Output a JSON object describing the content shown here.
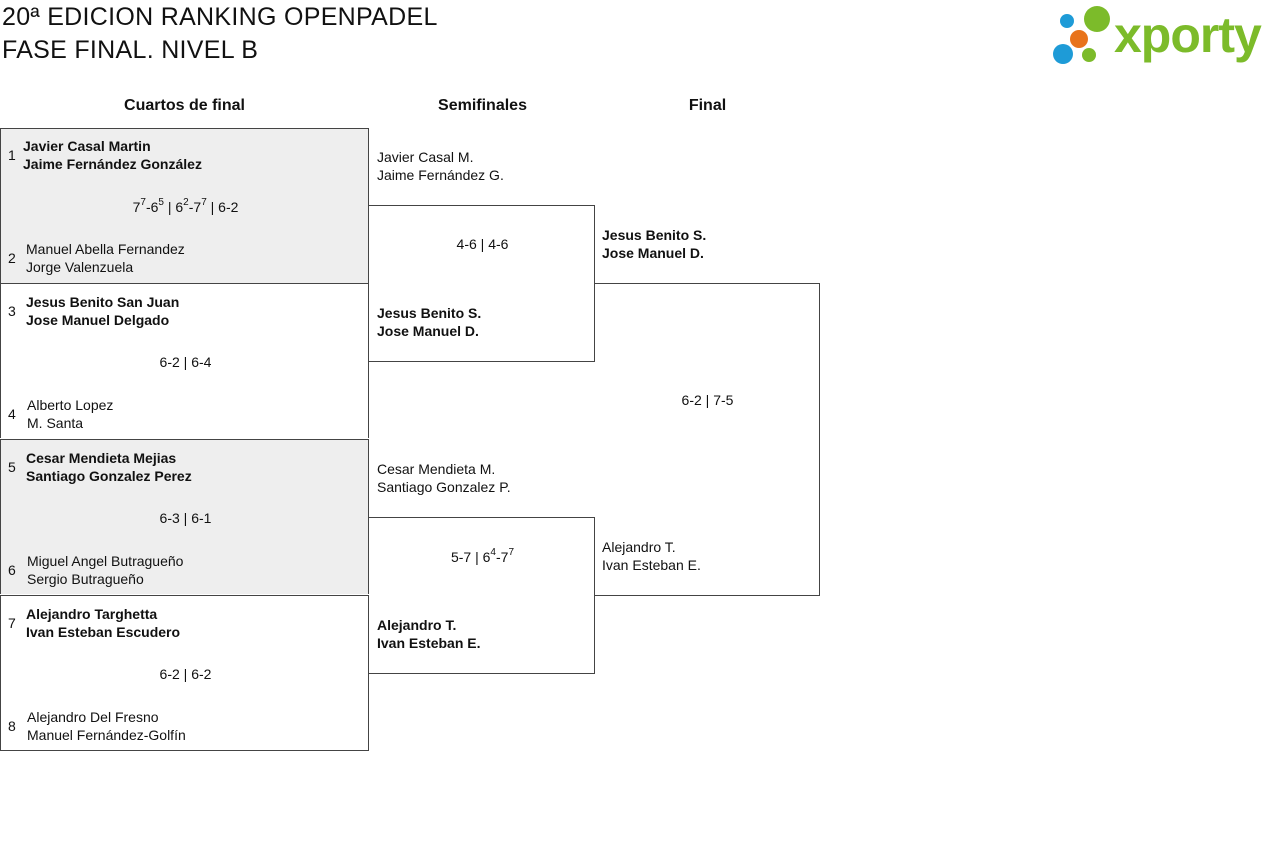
{
  "header": {
    "title_line1": "20ª EDICION RANKING OPENPADEL",
    "title_line2": "FASE FINAL. NIVEL B"
  },
  "logo": {
    "text": "xporty",
    "colors": {
      "green": "#7cbb2a",
      "blue": "#1e9bd7",
      "orange": "#e8731b"
    }
  },
  "rounds": {
    "quarterfinals": "Cuartos de final",
    "semifinals": "Semifinales",
    "final": "Final"
  },
  "quarterfinals": [
    {
      "top": {
        "seed": "1",
        "line1": "Javier Casal Martin",
        "line2": "Jaime Fernández González"
      },
      "bottom": {
        "seed": "2",
        "line1": "Manuel Abella Fernandez",
        "line2": "Jorge Valenzuela"
      },
      "score": [
        {
          "base": "7",
          "sup": "7"
        },
        {
          "base": "-6",
          "sup": "5"
        },
        {
          "base": " | 6",
          "sup": "2"
        },
        {
          "base": "-7",
          "sup": "7"
        },
        {
          "base": " | 6-2",
          "sup": ""
        }
      ]
    },
    {
      "top": {
        "seed": "3",
        "line1": "Jesus Benito San Juan",
        "line2": "Jose Manuel Delgado"
      },
      "bottom": {
        "seed": "4",
        "line1": "Alberto Lopez",
        "line2": "M. Santa"
      },
      "score_text": "6-2 | 6-4"
    },
    {
      "top": {
        "seed": "5",
        "line1": "Cesar Mendieta Mejias",
        "line2": "Santiago Gonzalez Perez"
      },
      "bottom": {
        "seed": "6",
        "line1": "Miguel Angel Butragueño",
        "line2": "Sergio Butragueño"
      },
      "score_text": "6-3 | 6-1"
    },
    {
      "top": {
        "seed": "7",
        "line1": "Alejandro Targhetta",
        "line2": "Ivan Esteban Escudero"
      },
      "bottom": {
        "seed": "8",
        "line1": "Alejandro Del Fresno",
        "line2": "Manuel Fernández-Golfín"
      },
      "score_text": "6-2 | 6-2"
    }
  ],
  "semifinals": [
    {
      "top": {
        "line1": "Javier Casal M.",
        "line2": "Jaime Fernández G."
      },
      "bottom": {
        "line1": "Jesus Benito S.",
        "line2": "Jose Manuel D."
      },
      "score_text": "4-6 | 4-6"
    },
    {
      "top": {
        "line1": "Cesar Mendieta M.",
        "line2": "Santiago Gonzalez P."
      },
      "bottom": {
        "line1": "Alejandro T.",
        "line2": "Ivan Esteban E."
      },
      "score": [
        {
          "base": "5-7 | 6",
          "sup": "4"
        },
        {
          "base": "-7",
          "sup": "7"
        }
      ]
    }
  ],
  "final": {
    "top": {
      "line1": "Jesus Benito S.",
      "line2": "Jose Manuel D."
    },
    "bottom": {
      "line1": "Alejandro T.",
      "line2": "Ivan Esteban E."
    },
    "score_text": "6-2 | 7-5"
  }
}
